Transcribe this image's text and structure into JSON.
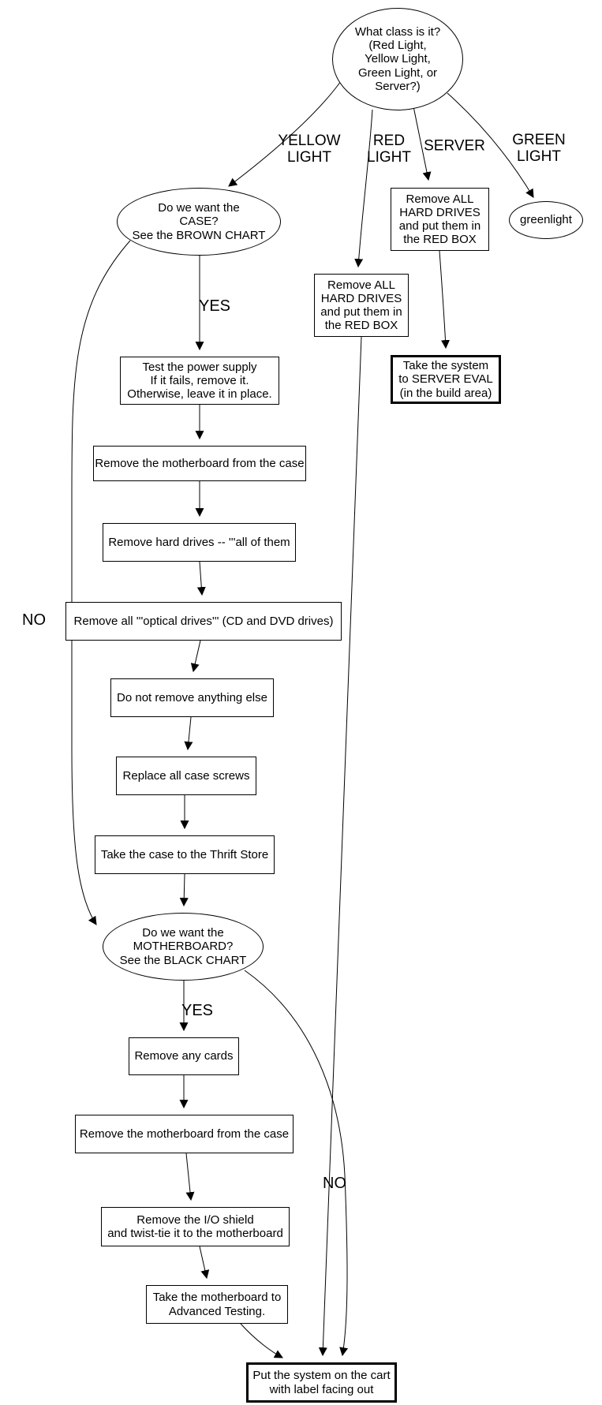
{
  "nodes": {
    "class_question": "What class is it?\n(Red Light,\nYellow Light,\nGreen Light, or\nServer?)",
    "case_question": "Do we want the\nCASE?\nSee the BROWN CHART",
    "server_remove_drives": "Remove ALL\nHARD DRIVES\nand put them in\nthe RED BOX",
    "red_remove_drives": "Remove ALL\nHARD DRIVES\nand put them in\nthe RED BOX",
    "greenlight": "greenlight",
    "server_eval": "Take the system\nto SERVER EVAL\n(in the build area)",
    "test_psu": "Test the power supply\nIf it fails, remove it.\nOtherwise, leave it in place.",
    "remove_mobo_case_1": "Remove the motherboard from the case",
    "remove_hard_drives": "Remove hard drives -- '''all of them",
    "remove_optical": "Remove all '''optical drives''' (CD and DVD drives)",
    "do_not_remove": "Do not remove anything else",
    "replace_screws": "Replace all case screws",
    "thrift_store": "Take the case to the Thrift Store",
    "mobo_question": "Do we want the\nMOTHERBOARD?\nSee the BLACK CHART",
    "remove_cards": "Remove any cards",
    "remove_mobo_case_2": "Remove the motherboard from the case",
    "io_shield": "Remove the I/O shield\nand twist-tie it to the motherboard",
    "advanced_testing": "Take the motherboard to\nAdvanced Testing.",
    "cart": "Put the system on the cart\nwith label facing out"
  },
  "edge_labels": {
    "yellow_light": "YELLOW\nLIGHT",
    "red_light": "RED\nLIGHT",
    "server": "SERVER",
    "green_light": "GREEN\nLIGHT",
    "yes_case": "YES",
    "no_case": "NO",
    "yes_mobo": "YES",
    "no_mobo": "NO"
  },
  "colors": {
    "stroke": "#000000",
    "background": "#ffffff"
  }
}
